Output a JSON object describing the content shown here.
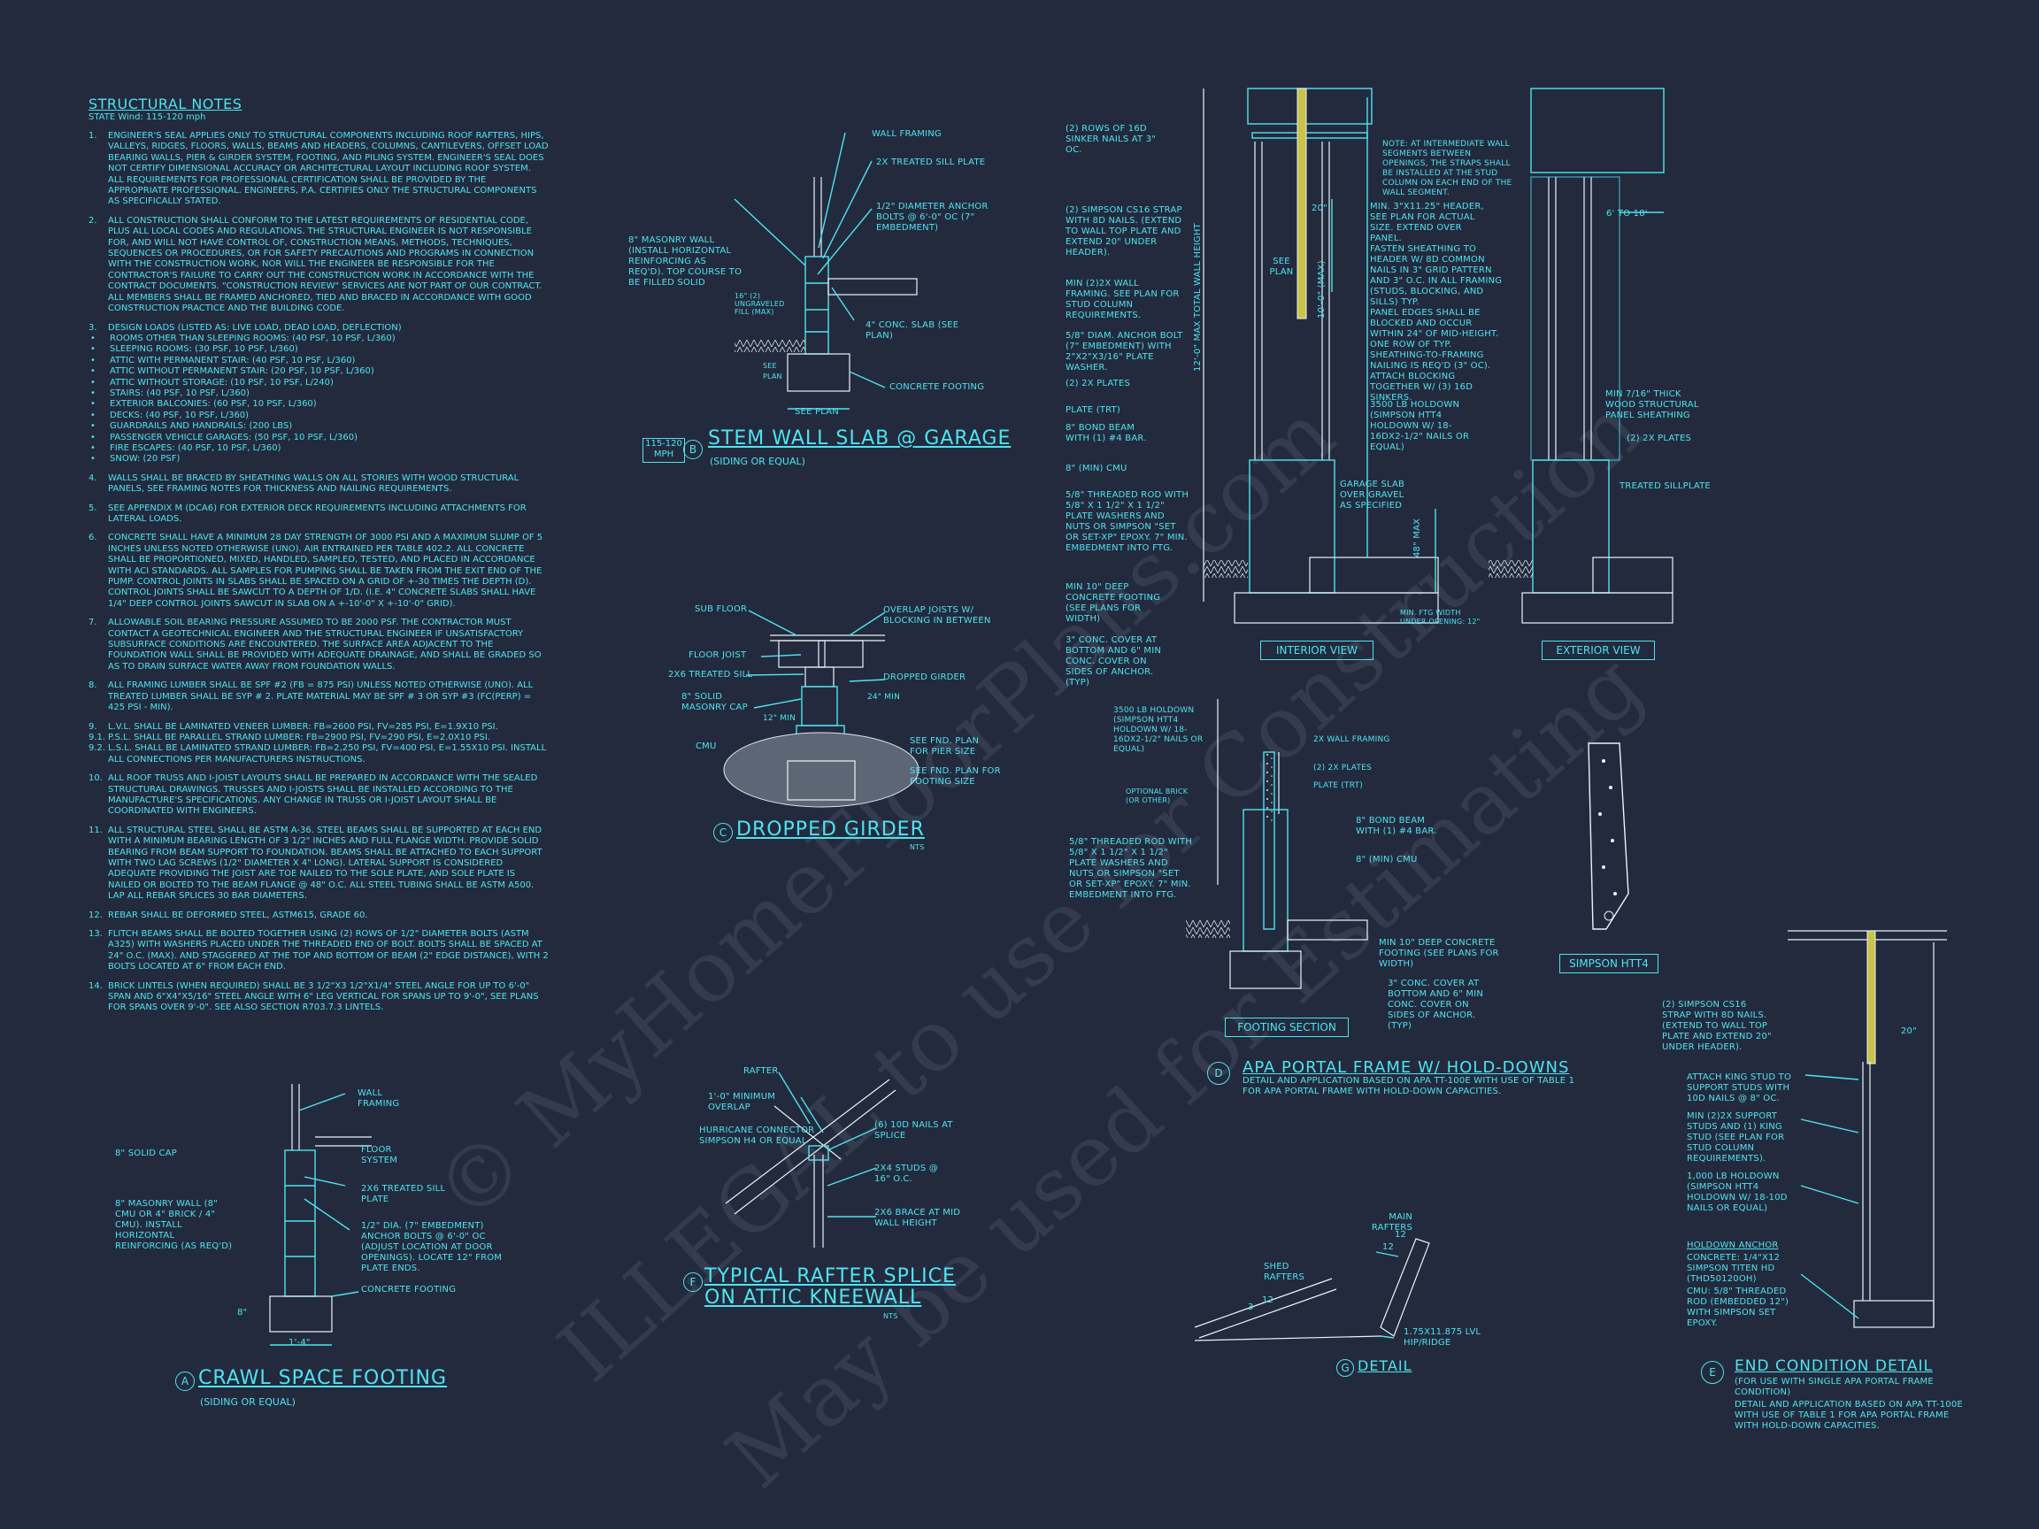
{
  "notes": {
    "title": "STRUCTURAL NOTES",
    "state": "STATE Wind: 115-120 mph",
    "items": [
      {
        "n": "1.",
        "t": "ENGINEER'S SEAL APPLIES ONLY TO STRUCTURAL COMPONENTS INCLUDING ROOF RAFTERS, HIPS, VALLEYS, RIDGES, FLOORS, WALLS, BEAMS AND HEADERS, COLUMNS, CANTILEVERS, OFFSET LOAD BEARING WALLS, PIER & GIRDER SYSTEM, FOOTING, AND PILING SYSTEM. ENGINEER'S SEAL DOES NOT CERTIFY DIMENSIONAL ACCURACY OR ARCHITECTURAL LAYOUT INCLUDING ROOF SYSTEM. ALL REQUIREMENTS FOR PROFESSIONAL CERTIFICATION SHALL BE PROVIDED BY THE APPROPRIATE PROFESSIONAL. ENGINEERS, P.A. CERTIFIES ONLY THE STRUCTURAL COMPONENTS AS SPECIFICALLY STATED."
      },
      {
        "n": "2.",
        "t": "ALL CONSTRUCTION SHALL CONFORM TO THE LATEST REQUIREMENTS OF RESIDENTIAL CODE, PLUS ALL LOCAL CODES AND REGULATIONS. THE STRUCTURAL ENGINEER IS NOT RESPONSIBLE FOR, AND WILL NOT HAVE CONTROL OF, CONSTRUCTION MEANS, METHODS, TECHNIQUES, SEQUENCES OR PROCEDURES, OR FOR SAFETY PRECAUTIONS AND PROGRAMS IN CONNECTION WITH THE CONSTRUCTION WORK, NOR WILL THE ENGINEER BE RESPONSIBLE FOR THE CONTRACTOR'S FAILURE TO CARRY OUT THE CONSTRUCTION WORK IN ACCORDANCE WITH THE CONTRACT DOCUMENTS. \"CONSTRUCTION REVIEW\" SERVICES ARE NOT PART OF OUR CONTRACT. ALL MEMBERS SHALL BE FRAMED ANCHORED, TIED AND BRACED IN ACCORDANCE WITH GOOD CONSTRUCTION PRACTICE AND THE BUILDING CODE."
      },
      {
        "n": "3.",
        "t": "DESIGN LOADS (LISTED AS: LIVE LOAD, DEAD LOAD, DEFLECTION)"
      }
    ],
    "bullets": [
      "ROOMS OTHER THAN SLEEPING ROOMS: (40 PSF, 10 PSF, L/360)",
      "SLEEPING ROOMS: (30 PSF, 10 PSF, L/360)",
      "ATTIC WITH PERMANENT STAIR: (40 PSF, 10 PSF, L/360)",
      "ATTIC WITHOUT PERMANENT STAIR: (20 PSF, 10 PSF, L/360)",
      "ATTIC WITHOUT STORAGE: (10 PSF, 10 PSF, L/240)",
      "STAIRS: (40 PSF, 10 PSF, L/360)",
      "EXTERIOR BALCONIES: (60 PSF, 10 PSF, L/360)",
      "DECKS: (40 PSF, 10 PSF, L/360)",
      "GUARDRAILS AND HANDRAILS: (200 LBS)",
      "PASSENGER VEHICLE GARAGES: (50 PSF, 10 PSF, L/360)",
      "FIRE ESCAPES: (40 PSF, 10 PSF, L/360)",
      "SNOW: (20 PSF)"
    ],
    "items2": [
      {
        "n": "4.",
        "t": "WALLS SHALL BE BRACED BY SHEATHING WALLS ON ALL STORIES WITH WOOD STRUCTURAL PANELS, SEE FRAMING NOTES FOR THICKNESS AND NAILING REQUIREMENTS."
      },
      {
        "n": "5.",
        "t": "SEE APPENDIX M (DCA6) FOR EXTERIOR DECK REQUIREMENTS INCLUDING ATTACHMENTS FOR LATERAL LOADS."
      },
      {
        "n": "6.",
        "t": "CONCRETE SHALL HAVE A MINIMUM 28 DAY STRENGTH OF 3000 PSI AND A MAXIMUM SLUMP OF 5 INCHES UNLESS NOTED OTHERWISE (UNO). AIR ENTRAINED PER TABLE 402.2. ALL CONCRETE SHALL BE PROPORTIONED, MIXED, HANDLED, SAMPLED, TESTED, AND PLACED IN ACCORDANCE WITH ACI STANDARDS. ALL SAMPLES FOR PUMPING SHALL BE TAKEN FROM THE EXIT END OF THE PUMP. CONTROL JOINTS IN SLABS SHALL BE SPACED ON A GRID OF +-30 TIMES THE DEPTH (D). CONTROL JOINTS SHALL BE SAWCUT TO A DEPTH OF 1/D. (I.E. 4\" CONCRETE SLABS SHALL HAVE 1/4\" DEEP CONTROL JOINTS SAWCUT IN SLAB ON A +-10'-0\" x +-10'-0\" GRID)."
      },
      {
        "n": "7.",
        "t": "ALLOWABLE SOIL BEARING PRESSURE ASSUMED TO BE 2000 PSF. THE CONTRACTOR MUST CONTACT A GEOTECHNICAL ENGINEER AND THE STRUCTURAL ENGINEER IF UNSATISFACTORY SUBSURFACE CONDITIONS ARE ENCOUNTERED. THE SURFACE AREA ADJACENT TO THE FOUNDATION WALL SHALL BE PROVIDED WITH ADEQUATE DRAINAGE, AND SHALL BE GRADED SO AS TO DRAIN SURFACE WATER AWAY FROM FOUNDATION WALLS."
      },
      {
        "n": "8.",
        "t": "ALL FRAMING LUMBER SHALL BE SPF #2 (Fb = 875 PSI) UNLESS NOTED OTHERWISE (UNO). ALL TREATED LUMBER SHALL BE SYP # 2. PLATE MATERIAL MAY BE SPF # 3 OR SYP #3 (Fc(perp) = 425 PSI - MIN)."
      },
      {
        "n": "9.",
        "t": "L.V.L. SHALL BE LAMINATED VENEER LUMBER: Fb=2600 PSI, Fv=285 PSI, E=1.9x10 PSI."
      },
      {
        "n": "9.1.",
        "t": "P.S.L. SHALL BE PARALLEL STRAND LUMBER: Fb=2900 PSI, Fv=290 PSI, E=2.0x10 PSI."
      },
      {
        "n": "9.2.",
        "t": "L.S.L. SHALL BE LAMINATED STRAND LUMBER: Fb=2,250 PSI, Fv=400 PSI, E=1.55x10 PSI. INSTALL ALL CONNECTIONS PER MANUFACTURERS INSTRUCTIONS."
      },
      {
        "n": "10.",
        "t": "ALL ROOF TRUSS AND I-JOIST LAYOUTS SHALL BE PREPARED IN ACCORDANCE WITH THE SEALED STRUCTURAL DRAWINGS. TRUSSES AND I-JOISTS SHALL BE INSTALLED ACCORDING TO THE MANUFACTURE'S SPECIFICATIONS. ANY CHANGE IN TRUSS OR I-JOIST LAYOUT SHALL BE COORDINATED WITH ENGINEERS."
      },
      {
        "n": "11.",
        "t": "ALL STRUCTURAL STEEL SHALL BE ASTM A-36. STEEL BEAMS SHALL BE SUPPORTED AT EACH END WITH A MINIMUM BEARING LENGTH OF 3 1/2\" INCHES AND FULL FLANGE WIDTH. PROVIDE SOLID BEARING FROM BEAM SUPPORT TO FOUNDATION. BEAMS SHALL BE ATTACHED TO EACH SUPPORT WITH TWO LAG SCREWS (1/2\" DIAMETER x 4\" LONG). LATERAL SUPPORT IS CONSIDERED ADEQUATE PROVIDING THE JOIST ARE TOE NAILED TO THE SOLE PLATE, AND SOLE PLATE IS NAILED OR BOLTED TO THE BEAM FLANGE @ 48\" O.C. ALL STEEL TUBING SHALL BE ASTM A500. LAP ALL REBAR SPLICES 30 BAR DIAMETERS."
      },
      {
        "n": "12.",
        "t": "REBAR SHALL BE DEFORMED STEEL, ASTM615, GRADE 60."
      },
      {
        "n": "13.",
        "t": "FLITCH BEAMS SHALL BE BOLTED TOGETHER USING (2) ROWS OF 1/2\" DIAMETER BOLTS (ASTM A325) WITH WASHERS PLACED UNDER THE THREADED END OF BOLT. BOLTS SHALL BE SPACED AT 24\" O.C. (MAX). AND STAGGERED AT THE TOP AND BOTTOM OF BEAM (2\" EDGE DISTANCE), WITH 2 BOLTS LOCATED AT 6\" FROM EACH END."
      },
      {
        "n": "14.",
        "t": "BRICK LINTELS (WHEN REQUIRED) SHALL BE 3 1/2\"x3 1/2\"x1/4\" STEEL ANGLE FOR UP TO 6'-0\" SPAN AND 6\"x4\"x5/16\" STEEL ANGLE WITH 6\" LEG VERTICAL FOR SPANS UP TO 9'-0\", SEE PLANS FOR SPANS OVER 9'-0\". SEE ALSO SECTION R703.7.3 LINTELS."
      }
    ]
  },
  "detail_b": {
    "letter": "B",
    "title": "STEM WALL SLAB @ GARAGE",
    "subtitle": "(SIDING OR EQUAL)",
    "wind_box": "115-120 MPH",
    "labels": {
      "wall_framing": "WALL FRAMING",
      "sill": "2x TREATED SILL PLATE",
      "anchor": "1/2\" DIAMETER ANCHOR BOLTS @ 6'-0\" OC (7\" EMBEDMENT)",
      "masonry": "8\" MASONRY WALL (INSTALL HORIZONTAL REINFORCING AS REQ'D). TOP COURSE TO BE FILLED SOLID",
      "slab": "4\" CONC. SLAB (SEE PLAN)",
      "footing": "CONCRETE FOOTING",
      "see_plan": "SEE PLAN",
      "dim1": "16\" (2) UNGRAVELED FILL (MAX)",
      "dim2": "SEE PLAN"
    }
  },
  "detail_c": {
    "letter": "C",
    "title": "DROPPED GIRDER",
    "nts": "NTS",
    "labels": {
      "sub_floor": "SUB FLOOR",
      "overlap": "OVERLAP JOISTS W/ BLOCKING IN BETWEEN",
      "floor_joist": "FLOOR JOIST",
      "treated_sill": "2x6 TREATED SILL",
      "dropped_girder": "DROPPED GIRDER",
      "solid_cap": "8\" SOLID MASONRY CAP",
      "min24": "24\" MIN",
      "min12": "12\" MIN",
      "cmu": "CMU",
      "pier": "SEE FND. PLAN FOR PIER SIZE",
      "footing": "SEE FND. PLAN FOR FOOTING SIZE"
    }
  },
  "detail_a": {
    "letter": "A",
    "title": "CRAWL SPACE FOOTING",
    "subtitle": "(SIDING OR EQUAL)",
    "labels": {
      "wall_framing": "WALL FRAMING",
      "solid_cap": "8\" SOLID CAP",
      "floor_system": "FLOOR SYSTEM",
      "treated_sill": "2x6 TREATED SILL PLATE",
      "masonry": "8\" MASONRY WALL (8\" CMU OR 4\" BRICK / 4\" CMU). INSTALL HORIZONTAL REINFORCING (AS REQ'D)",
      "anchor": "1/2\" DIA. (7\" EMBEDMENT) ANCHOR BOLTS @ 6'-0\" OC (ADJUST LOCATION AT DOOR OPENINGS). LOCATE 12\" FROM PLATE ENDS.",
      "footing": "CONCRETE FOOTING",
      "dim_w": "1'-4\"",
      "dim_h": "8\""
    }
  },
  "detail_f": {
    "letter": "F",
    "title_1": "TYPICAL RAFTER SPLICE",
    "title_2": "ON ATTIC KNEEWALL",
    "nts": "NTS",
    "labels": {
      "rafter": "RAFTER",
      "overlap": "1'-0\" MINIMUM OVERLAP",
      "hurricane": "HURRICANE CONNECTOR SIMPSON H4 OR EQUAL",
      "nails": "(6) 10d NAILS AT SPLICE",
      "studs": "2x4 STUDS @ 16\" O.C.",
      "brace": "2x6 BRACE AT MID WALL HEIGHT"
    }
  },
  "detail_d": {
    "letter": "D",
    "title": "APA PORTAL FRAME W/ HOLD-DOWNS",
    "desc": "DETAIL AND APPLICATION BASED ON APA TT-100E WITH USE OF TABLE 1 FOR APA PORTAL FRAME WITH HOLD-DOWN CAPACITIES.",
    "interior_view": "INTERIOR VIEW",
    "exterior_view": "EXTERIOR VIEW",
    "footing_section": "FOOTING SECTION",
    "labels": {
      "sinker": "(2) ROWS OF 16d SINKER NAILS AT 3\" OC.",
      "strap": "(2) SIMPSON CS16 STRAP WITH 8d NAILS. (EXTEND TO WALL TOP PLATE AND EXTEND 20\" UNDER HEADER).",
      "framing": "MIN (2)2X WALL FRAMING. SEE PLAN FOR STUD COLUMN REQUIREMENTS.",
      "anchor": "5/8\" DIAM. ANCHOR BOLT (7\" EMBEDMENT) WITH 2\"x2\"x3/16\" PLATE WASHER.",
      "plates": "(2) 2x PLATES",
      "plate_trt": "PLATE (TRT)",
      "bond_beam": "8\" BOND BEAM WITH (1) #4 BAR.",
      "cmu": "8\" (MIN) CMU",
      "rod": "5/8\" THREADED ROD WITH 5/8\" x 1 1/2\" x 1 1/2\" PLATE WASHERS AND NUTS OR SIMPSON \"SET OR SET-XP\" EPOXY. 7\" MIN. EMBEDMENT INTO FTG.",
      "footing": "MIN 10\" DEEP CONCRETE FOOTING (SEE PLANS FOR WIDTH)",
      "cover": "3\" CONC. COVER AT BOTTOM AND 6\" MIN CONC. COVER ON SIDES OF ANCHOR. (TYP)",
      "note": "NOTE: AT INTERMEDIATE WALL SEGMENTS BETWEEN OPENINGS, THE STRAPS SHALL BE INSTALLED AT THE STUD COLUMN ON EACH END OF THE WALL SEGMENT.",
      "header": "MIN. 3\"x11.25\" HEADER, SEE PLAN FOR ACTUAL SIZE. EXTEND OVER PANEL.",
      "fasten": "FASTEN SHEATHING TO HEADER W/ 8d COMMON NAILS IN 3\" GRID PATTERN AND 3\" O.C. IN ALL FRAMING (STUDS, BLOCKING, AND SILLS) TYP.",
      "panel_edges": "PANEL EDGES SHALL BE BLOCKED AND OCCUR WITHIN 24\" OF MID-HEIGHT. ONE ROW OF TYP. SHEATHING-TO-FRAMING NAILING IS REQ'D (3\" OC). ATTACH BLOCKING TOGETHER W/ (3) 16d SINKERS.",
      "holdown": "3500 LB HOLDOWN (SIMPSON HTT4 HOLDOWN W/ 18-16dx2-1/2\" NAILS OR EQUAL)",
      "garage": "GARAGE SLAB OVER GRAVEL AS SPECIFIED",
      "sheathing": "MIN 7/16\" THICK WOOD STRUCTURAL PANEL SHEATHING",
      "treated": "TREATED SILLPLATE",
      "range": "6' TO 18'",
      "see_plan": "SEE PLAN",
      "dim20": "20\"",
      "dim10": "10'-0\" (MAX)",
      "dim12": "12'-0\" MAX TOTAL WALL HEIGHT",
      "dim48": "48\" MAX",
      "min_ftg": "MIN. FTG WIDTH UNDER OPENING: 12\"",
      "fs_holdown": "3500 LB HOLDOWN (SIMPSON HTT4 HOLDOWN W/ 18-16dx2-1/2\" NAILS OR EQUAL)",
      "fs_framing": "2x WALL FRAMING",
      "fs_plates": "(2) 2x PLATES",
      "fs_plate_trt": "PLATE (TRT)",
      "fs_brick": "OPTIONAL BRICK (OR OTHER)",
      "fs_bond": "8\" BOND BEAM WITH (1) #4 BAR.",
      "fs_cmu": "8\" (MIN) CMU",
      "fs_rod": "5/8\" THREADED ROD WITH 5/8\" x 1 1/2\" x 1 1/2\" PLATE WASHERS AND NUTS OR SIMPSON \"SET OR SET-XP\" EPOXY. 7\" MIN. EMBEDMENT INTO FTG.",
      "fs_footing": "MIN 10\" DEEP CONCRETE FOOTING (SEE PLANS FOR WIDTH)",
      "fs_cover": "3\" CONC. COVER AT BOTTOM AND 6\" MIN CONC. COVER ON SIDES OF ANCHOR. (TYP)"
    }
  },
  "simpson": {
    "label": "SIMPSON HTT4"
  },
  "detail_g": {
    "letter": "G",
    "title": "DETAIL",
    "labels": {
      "main": "MAIN RAFTERS",
      "shed": "SHED RAFTERS",
      "lvl": "1.75x11.875 LVL HIP/RIDGE",
      "p1": "12",
      "p2": "12",
      "p3": "12",
      "p4": "3"
    }
  },
  "detail_e": {
    "letter": "E",
    "title": "END CONDITION DETAIL",
    "desc_1": "(FOR USE WITH SINGLE APA PORTAL FRAME CONDITION)",
    "desc_2": "DETAIL AND APPLICATION BASED ON APA TT-100E WITH USE OF TABLE 1 FOR APA PORTAL FRAME WITH HOLD-DOWN CAPACITIES.",
    "labels": {
      "strap": "(2) SIMPSON CS16 STRAP WITH 8d NAILS. (EXTEND TO WALL TOP PLATE AND EXTEND 20\" UNDER HEADER).",
      "king": "ATTACH KING STUD TO SUPPORT STUDS WITH 10d NAILS @ 8\" OC.",
      "support": "MIN (2)2X SUPPORT STUDS AND (1) KING STUD (SEE PLAN FOR STUD COLUMN REQUIREMENTS).",
      "holdown": "1,000 LB HOLDOWN (SIMPSON HTT4 HOLDOWN W/ 18-10d NAILS OR EQUAL)",
      "anchor_title": "HOLDOWN ANCHOR",
      "anchor_1": "CONCRETE: 1/4\"x12 SIMPSON TITEN HD (THD50120OH)",
      "anchor_2": "CMU: 5/8\" THREADED ROD (EMBEDDED 12\") WITH SIMPSON SET EPOXY.",
      "dim20": "20\""
    }
  },
  "watermark": {
    "line1": "© MyHomeFloorPlans.com",
    "line2": "ILLEGAL to use for Construction",
    "line3": "May be used for Estimating"
  }
}
